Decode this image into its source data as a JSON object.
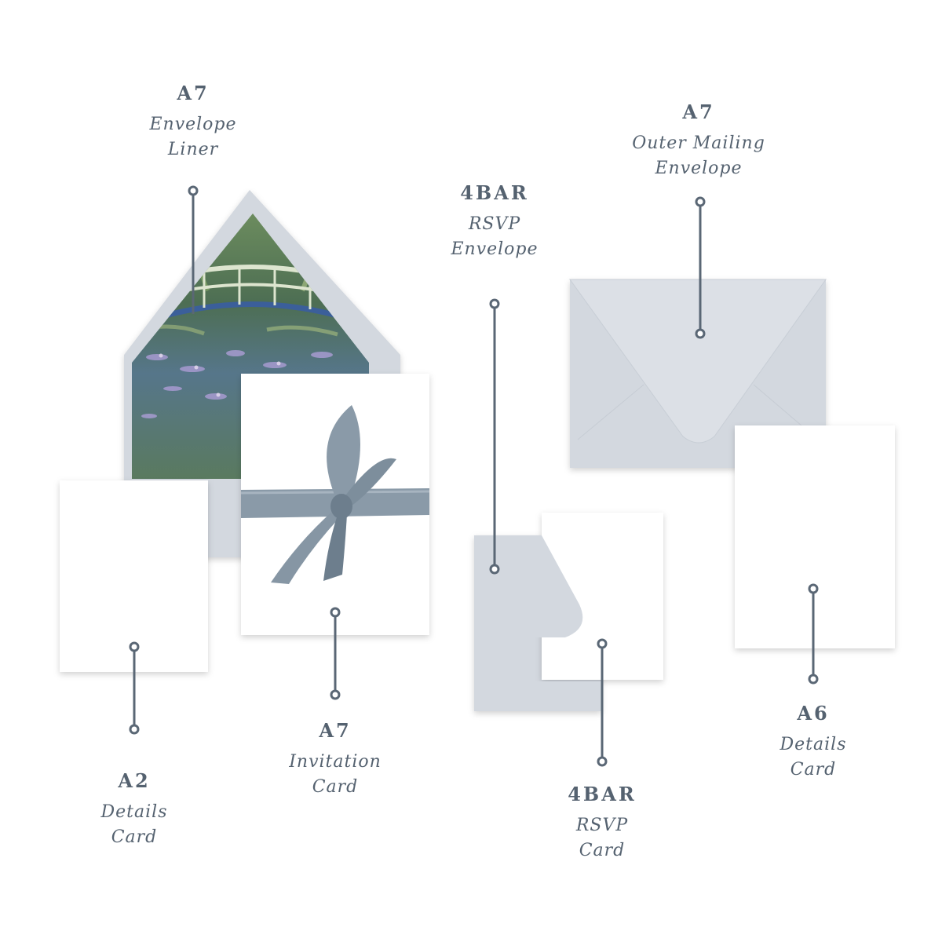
{
  "labels": {
    "envelope_liner": {
      "size": "A7",
      "line1": "Envelope",
      "line2": "Liner"
    },
    "outer_envelope": {
      "size": "A7",
      "line1": "Outer Mailing",
      "line2": "Envelope"
    },
    "rsvp_envelope": {
      "size": "4BAR",
      "line1": "RSVP",
      "line2": "Envelope"
    },
    "a2_details": {
      "size": "A2",
      "line1": "Details",
      "line2": "Card"
    },
    "invitation": {
      "size": "A7",
      "line1": "Invitation",
      "line2": "Card"
    },
    "rsvp_card": {
      "size": "4BAR",
      "line1": "RSVP",
      "line2": "Card"
    },
    "a6_details": {
      "size": "A6",
      "line1": "Details",
      "line2": "Card"
    }
  },
  "colors": {
    "envelope": "#d3d8df",
    "envelope_shadow": "#bfc6cf",
    "card": "#ffffff",
    "ribbon": "#8a9aa8",
    "ribbon_dark": "#6d7e8d",
    "line": "#5a6775",
    "text": "#556270",
    "liner_green": "#5d7d4f",
    "liner_blue": "#4a6f8f",
    "liner_lavender": "#8e86b8"
  }
}
